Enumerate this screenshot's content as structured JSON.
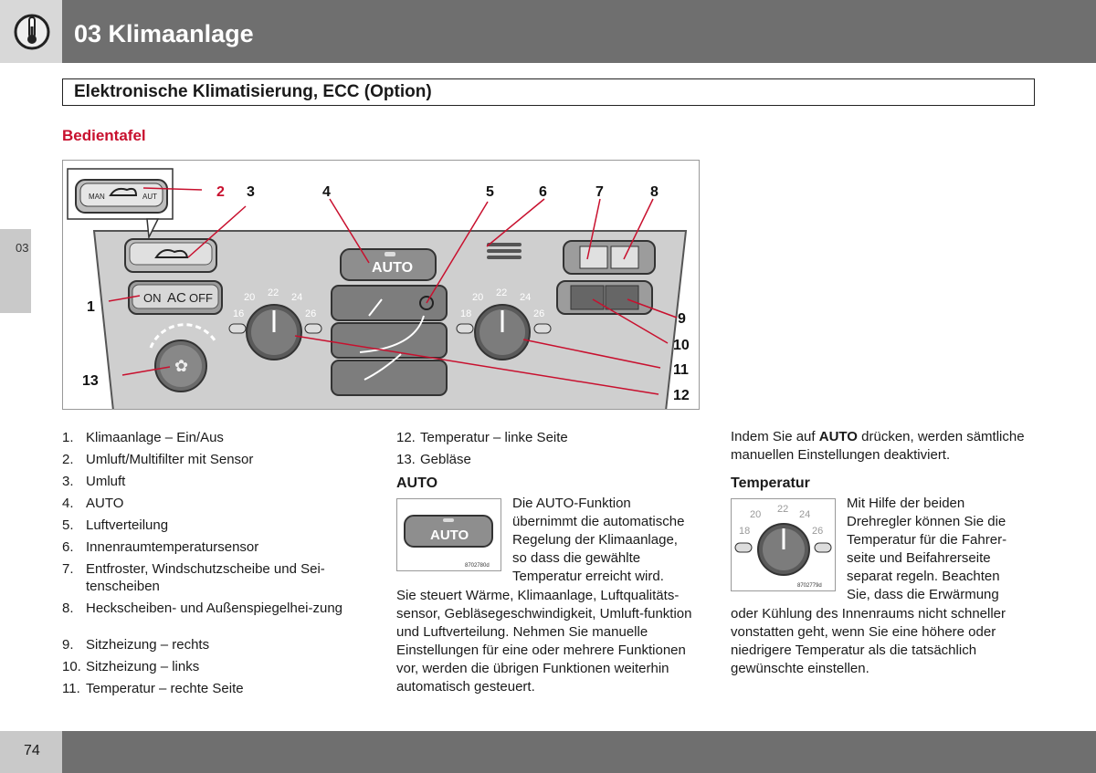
{
  "header": {
    "title": "03 Klimaanlage",
    "icon": "thermometer-icon"
  },
  "section_title": "Elektronische Klimatisierung, ECC (Option)",
  "subheading": "Bedientafel",
  "side_tab": "03",
  "figure": {
    "callouts": [
      "1",
      "2",
      "3",
      "4",
      "5",
      "6",
      "7",
      "8",
      "9",
      "10",
      "11",
      "12",
      "13"
    ],
    "panel": {
      "auto_label": "AUTO",
      "on_label": "ON",
      "ac_label": "AC",
      "off_label": "OFF",
      "man_label": "MAN",
      "aut_label": "AUT",
      "scale": [
        "16",
        "18",
        "20",
        "22",
        "24",
        "26"
      ]
    }
  },
  "list": [
    {
      "num": "1.",
      "text": "Klimaanlage – Ein/Aus"
    },
    {
      "num": "2.",
      "text": "Umluft/Multifilter mit Sensor"
    },
    {
      "num": "3.",
      "text": "Umluft"
    },
    {
      "num": "4.",
      "text": "AUTO"
    },
    {
      "num": "5.",
      "text": "Luftverteilung"
    },
    {
      "num": "6.",
      "text": "Innenraumtemperatursensor"
    },
    {
      "num": "7.",
      "text": "Entfroster, Windschutzscheibe und Sei-tenscheiben"
    },
    {
      "num": "8.",
      "text": "Heckscheiben- und Außenspiegelhei-zung"
    },
    {
      "num": "9.",
      "text": "Sitzheizung – rechts"
    },
    {
      "num": "10.",
      "text": "Sitzheizung – links"
    },
    {
      "num": "11.",
      "text": "Temperatur – rechte Seite"
    },
    {
      "num": "12.",
      "text": "Temperatur – linke Seite"
    },
    {
      "num": "13.",
      "text": "Gebläse"
    }
  ],
  "auto": {
    "heading": "AUTO",
    "button_label": "AUTO",
    "image_code": "8702780d",
    "text_lines": [
      "Die AUTO-Funktion",
      "übernimmt die automatische",
      "Regelung der Klimaanlage,",
      "so dass die gewählte",
      "Temperatur erreicht wird."
    ],
    "text_full": "Sie steuert Wärme, Klimaanlage, Luftqualitäts-sensor, Gebläsegeschwindigkeit, Umluft-funktion und Luftverteilung. Nehmen Sie manuelle Einstellungen für eine oder mehrere Funktionen vor, werden die übrigen Funktionen weiterhin automatisch gesteuert."
  },
  "col3": {
    "intro_pre": "Indem Sie auf ",
    "intro_bold": "AUTO",
    "intro_post": " drücken, werden sämtliche manuellen Einstellungen deaktiviert.",
    "heading": "Temperatur",
    "image_code": "8702779d",
    "dial_scale": [
      "18",
      "20",
      "22",
      "24",
      "26"
    ],
    "text_lines": [
      "Mit Hilfe der beiden",
      "Drehregler können Sie die",
      "Temperatur für die Fahrer-",
      "seite und Beifahrerseite",
      "separat regeln. Beachten",
      "Sie, dass die Erwärmung"
    ],
    "text_full": "oder Kühlung des Innenraums nicht schneller vonstatten geht, wenn Sie eine höhere oder niedrigere Temperatur als die tatsächlich gewünschte einstellen."
  },
  "footer": {
    "page_number": "74"
  },
  "colors": {
    "accent": "#c8102e",
    "band": "#6f6f6f",
    "light_band": "#c9c9c9"
  }
}
